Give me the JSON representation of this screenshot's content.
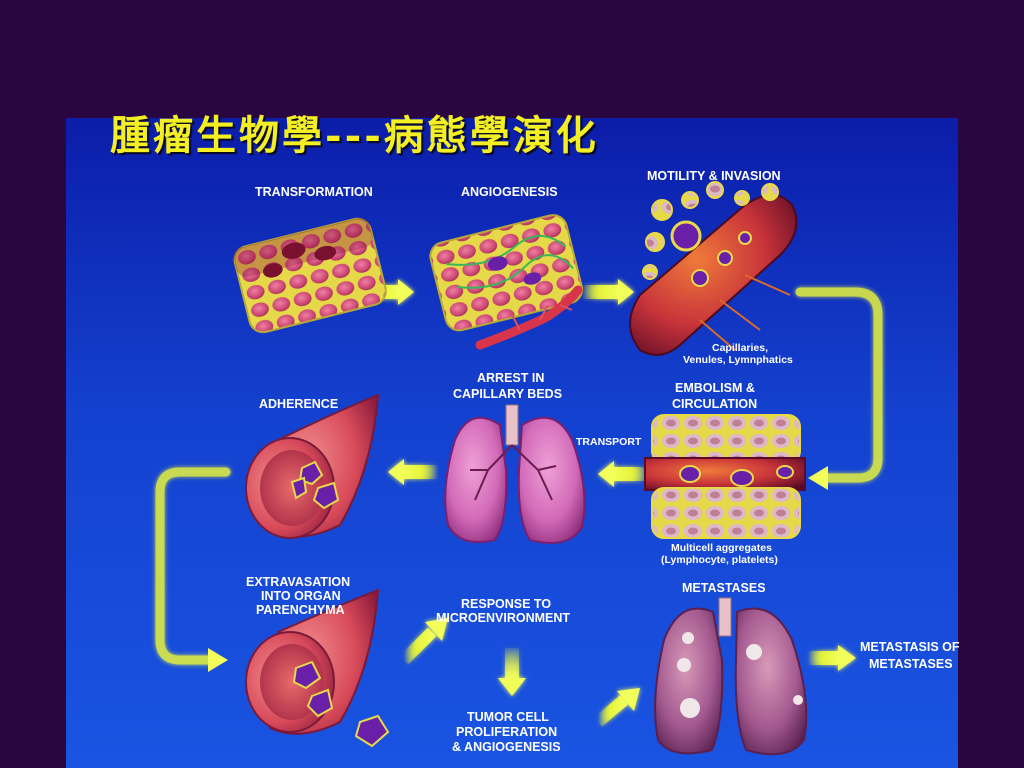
{
  "title": "腫瘤生物學---病態學演化",
  "stages": {
    "transformation": "TRANSFORMATION",
    "angiogenesis": "ANGIOGENESIS",
    "motility_invasion": "MOTILITY & INVASION",
    "vessels_note_line1": "Capillaries,",
    "vessels_note_line2": "Venules, Lymnphatics",
    "embolism_line1": "EMBOLISM &",
    "embolism_line2": "CIRCULATION",
    "transport": "TRANSPORT",
    "aggregates_line1": "Multicell aggregates",
    "aggregates_line2": "(Lymphocyte, platelets)",
    "arrest_line1": "ARREST IN",
    "arrest_line2": "CAPILLARY BEDS",
    "adherence": "ADHERENCE",
    "extravasation_line1": "EXTRAVASATION",
    "extravasation_line2": "INTO ORGAN",
    "extravasation_line3": "PARENCHYMA",
    "response_line1": "RESPONSE TO",
    "response_line2": "MICROENVIRONMENT",
    "proliferation_line1": "TUMOR CELL",
    "proliferation_line2": "PROLIFERATION",
    "proliferation_line3": "& ANGIOGENESIS",
    "metastases": "METASTASES",
    "metastasis_of_line1": "METASTASIS OF",
    "metastasis_of_line2": "METASTASES"
  },
  "colors": {
    "title": "#f4ef22",
    "background": "#2a0640",
    "panel_top": "#0b1da9",
    "panel_bottom": "#1a54e2",
    "arrow": "#e8f53a",
    "cell": "#d4527c",
    "cell_outline": "#e8d84a",
    "tumor": "#6a1fa8"
  }
}
